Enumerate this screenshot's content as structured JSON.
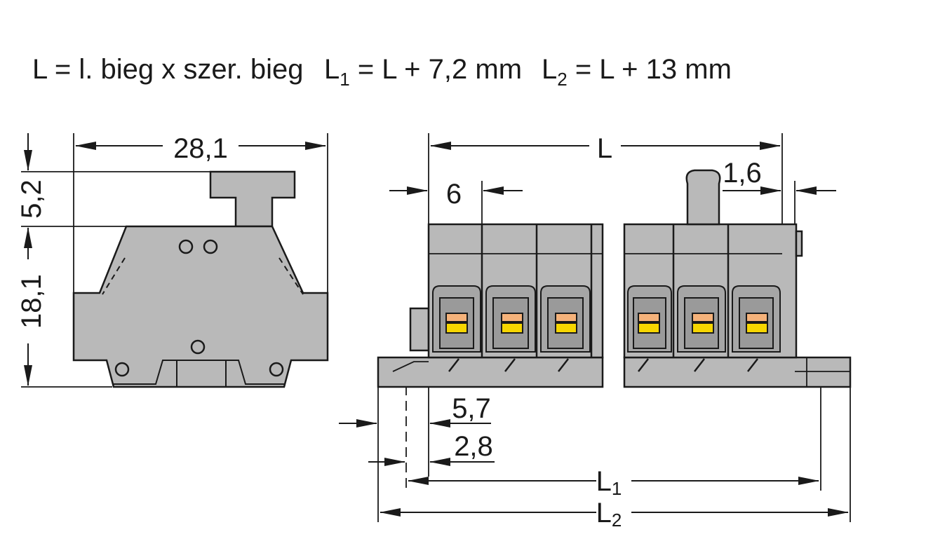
{
  "header": {
    "formula_L": "L = l. bieg x szer. bieg",
    "formula_L1_lhs": "L",
    "formula_L1_sub": "1",
    "formula_L1_rhs": " = L + 7,2 mm",
    "formula_L2_lhs": "L",
    "formula_L2_sub": "2",
    "formula_L2_rhs": " = L + 13 mm"
  },
  "side_view": {
    "width_label": "28,1",
    "top_height_label": "5,2",
    "body_height_label": "18,1"
  },
  "front_view": {
    "total_label": "L",
    "pitch_label": "6",
    "flange_label": "1,6",
    "offset_a_label": "5,7",
    "offset_b_label": "2,8",
    "L1_main": "L",
    "L1_sub": "1",
    "L2_main": "L",
    "L2_sub": "2"
  },
  "colors": {
    "housing": "#b9b9b9",
    "outline": "#1a1a1a",
    "release_orange": "#f5b27a",
    "release_yellow": "#f7d600"
  }
}
